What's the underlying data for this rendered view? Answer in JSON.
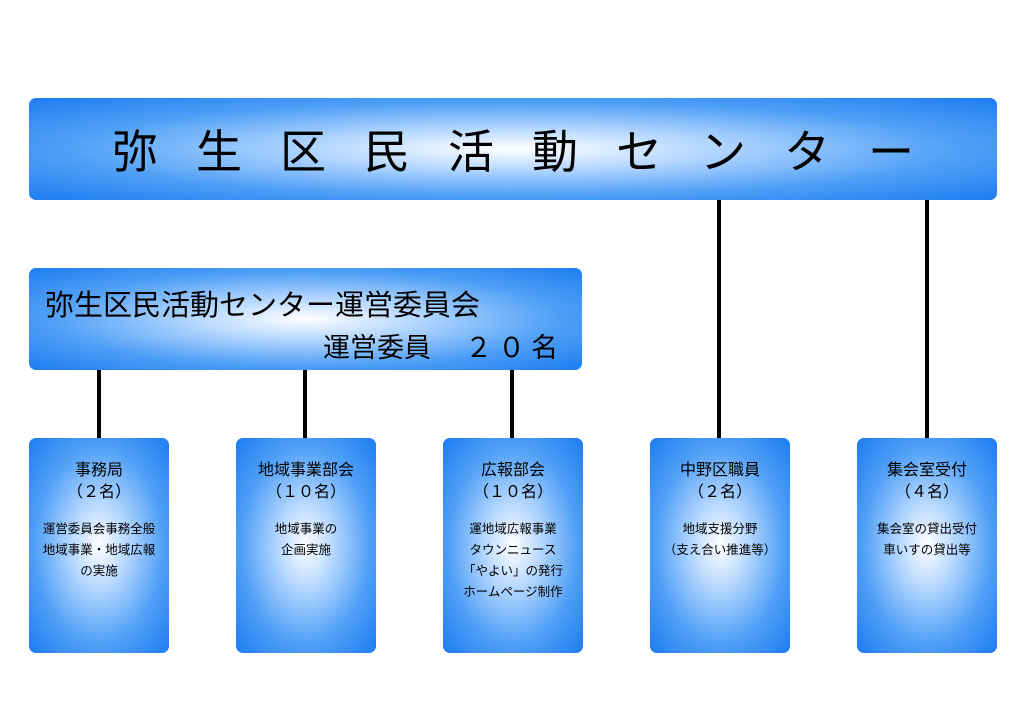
{
  "main_title": "弥生区民活動センター",
  "committee": {
    "title": "弥生区民活動センター運営委員会",
    "members_label": "運営委員",
    "members_count": "２０名"
  },
  "units": [
    {
      "name": "事務局",
      "count": "（２名）",
      "description": [
        "運営委員会事務全般",
        "地域事業・地域広報",
        "の実施"
      ]
    },
    {
      "name": "地域事業部会",
      "count": "（１０名）",
      "description": [
        "地域事業の",
        "企画実施"
      ]
    },
    {
      "name": "広報部会",
      "count": "（１０名）",
      "description": [
        "運地域広報事業",
        "タウンニュース",
        "「やよい」の発行",
        "ホームページ制作"
      ]
    },
    {
      "name": "中野区職員",
      "count": "（２名）",
      "description": [
        "地域支援分野",
        "（支え合い推進等）"
      ]
    },
    {
      "name": "集会室受付",
      "count": "（４名）",
      "description": [
        "集会室の貸出受付",
        "車いすの貸出等"
      ]
    }
  ],
  "colors": {
    "box_edge": "#1d7cf0",
    "box_mid": "#4f9ff6",
    "box_center": "#ffffff",
    "connector": "#000000",
    "text": "#000000"
  }
}
